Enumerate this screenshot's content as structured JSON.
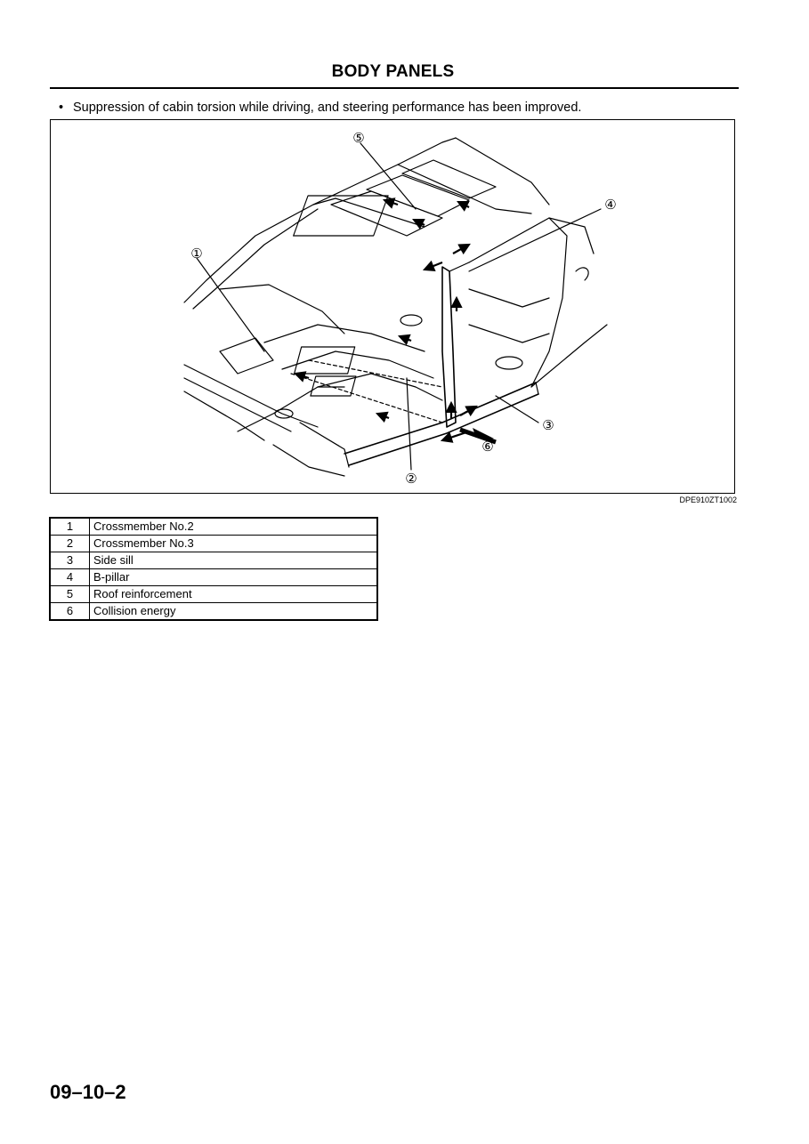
{
  "header": {
    "title": "BODY PANELS"
  },
  "intro": {
    "bullet": "•",
    "text": "Suppression of cabin torsion while driving, and steering performance has been improved."
  },
  "figure": {
    "code": "DPE910ZT1002",
    "callouts": [
      "①",
      "②",
      "③",
      "④",
      "⑤",
      "⑥"
    ]
  },
  "legend": [
    {
      "num": "1",
      "label": "Crossmember No.2"
    },
    {
      "num": "2",
      "label": "Crossmember No.3"
    },
    {
      "num": "3",
      "label": "Side sill"
    },
    {
      "num": "4",
      "label": "B-pillar"
    },
    {
      "num": "5",
      "label": "Roof reinforcement"
    },
    {
      "num": "6",
      "label": "Collision energy"
    }
  ],
  "footer": {
    "page_number": "09–10–2"
  }
}
